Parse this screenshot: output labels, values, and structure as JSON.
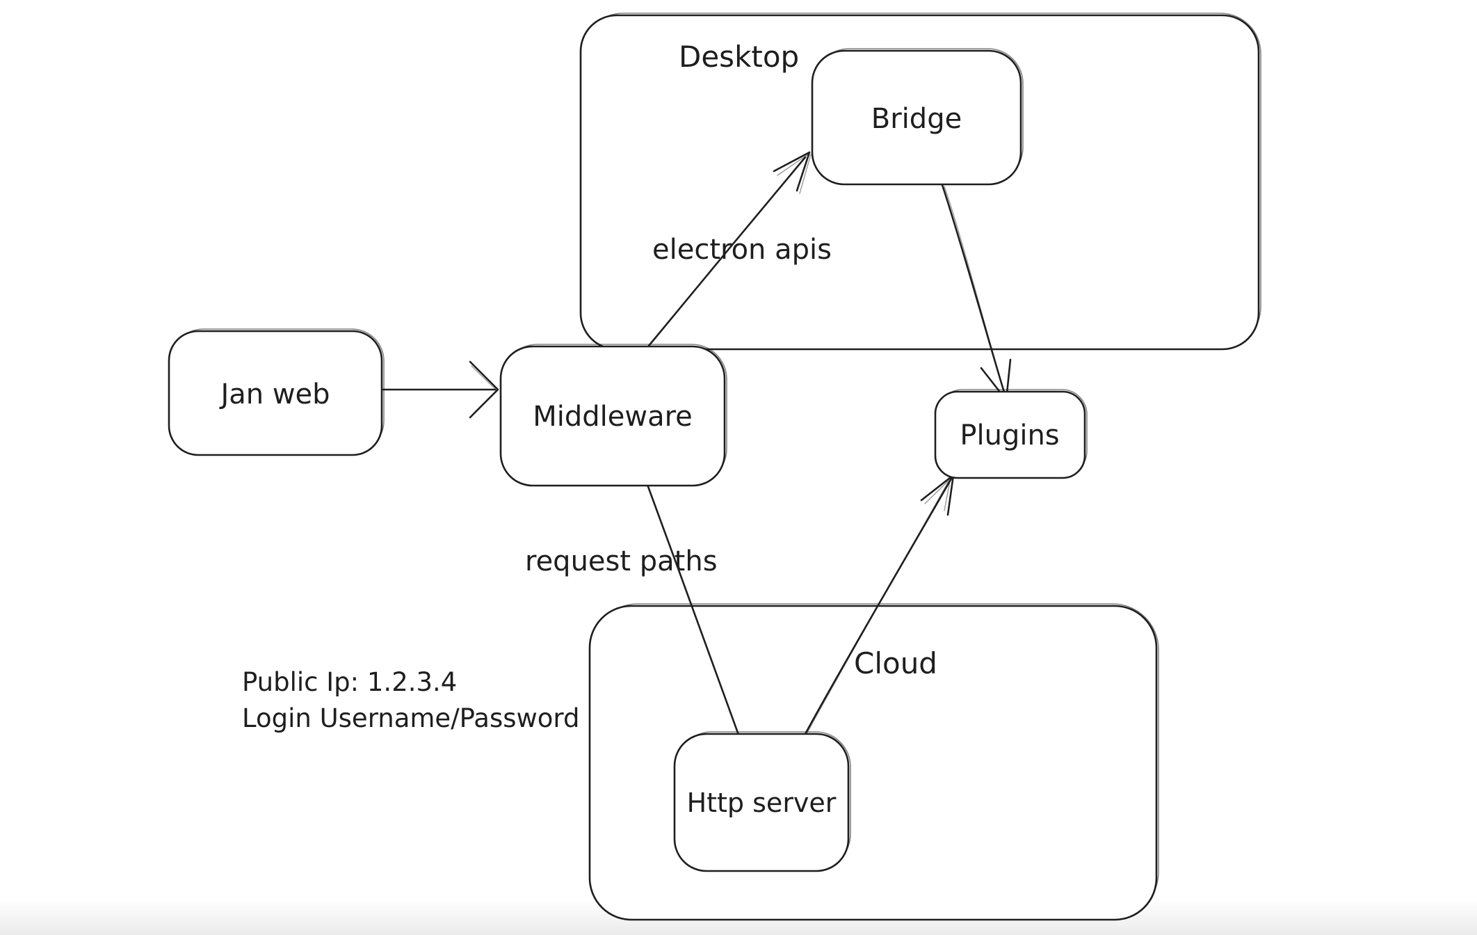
{
  "canvas": {
    "background": "#ffffff",
    "stroke_color": "#1e1e1e",
    "bottom_fade_color": "#e9e9e9"
  },
  "containers": {
    "desktop": {
      "label": "Desktop"
    },
    "cloud": {
      "label": "Cloud"
    }
  },
  "nodes": {
    "jan_web": {
      "label": "Jan web"
    },
    "middleware": {
      "label": "Middleware"
    },
    "bridge": {
      "label": "Bridge"
    },
    "plugins": {
      "label": "Plugins"
    },
    "http_server": {
      "label": "Http server"
    }
  },
  "edges": [
    {
      "from": "Jan web",
      "to": "Middleware",
      "label": "",
      "arrowhead": true
    },
    {
      "from": "Middleware",
      "to": "Bridge",
      "label": "electron apis",
      "arrowhead": true
    },
    {
      "from": "Bridge",
      "to": "Plugins",
      "label": "",
      "arrowhead": true
    },
    {
      "from": "Middleware",
      "to": "Http server",
      "label": "request paths",
      "arrowhead": false
    },
    {
      "from": "Http server",
      "to": "Plugins",
      "label": "",
      "arrowhead": true
    }
  ],
  "edge_labels": {
    "electron_apis": "electron apis",
    "request_paths": "request paths"
  },
  "annotations": {
    "public_ip": "Public Ip: 1.2.3.4",
    "login": "Login Username/Password"
  }
}
